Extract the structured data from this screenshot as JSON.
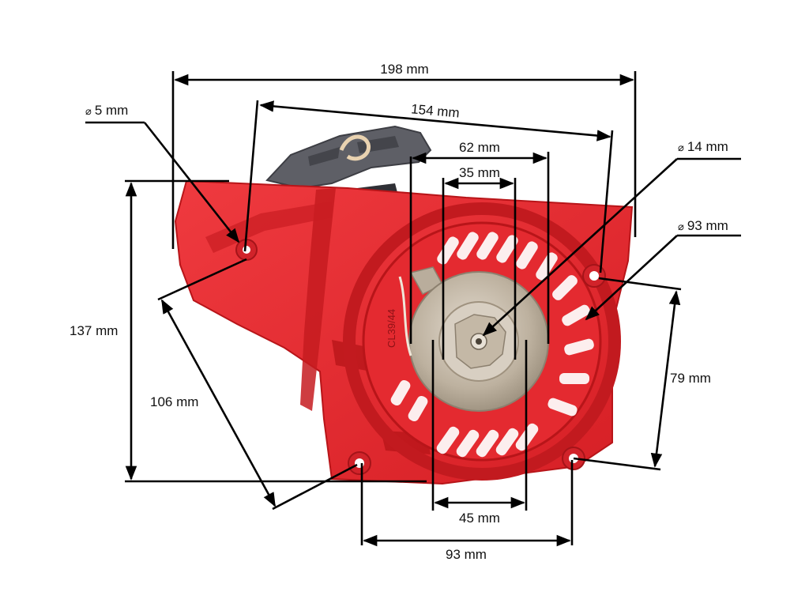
{
  "colors": {
    "housing": "#e5262c",
    "housing_shadow": "#b81519",
    "housing_light": "#f2555a",
    "pulley": "#b9ad9c",
    "pulley_light": "#d8cfc2",
    "handle": "#5e5f66",
    "rope": "#e9d2b0",
    "dimension_lines": "#000000"
  },
  "part_marking": "CL39/44",
  "dimensions": {
    "overall_width": "198 mm",
    "handle_to_hole_width": "154 mm",
    "hole_diameter_small": "5 mm",
    "hole_diameter_center": "14 mm",
    "hole_diameter_ring": "93 mm",
    "pulley_outer": "62 mm",
    "pulley_inner": "35 mm",
    "overall_height": "137 mm",
    "diagonal_hole_spacing": "106 mm",
    "right_hole_spacing": "79 mm",
    "lower_inner": "45 mm",
    "bottom_hole_spacing": "93 mm"
  },
  "diameter_symbol": "⌀"
}
